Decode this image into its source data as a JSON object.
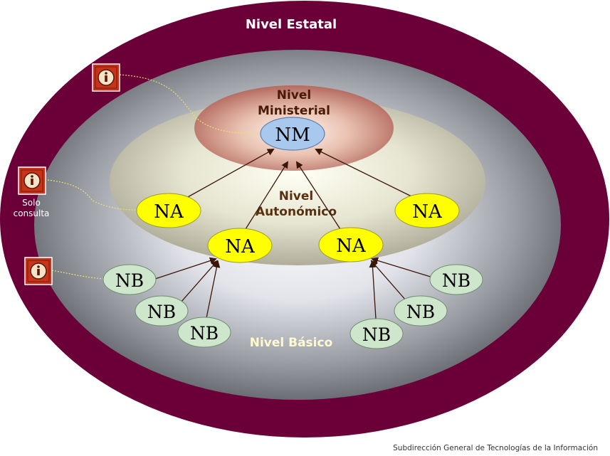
{
  "levels": {
    "estatal": "Nivel Estatal",
    "ministerial_line1": "Nivel",
    "ministerial_line2": "Ministerial",
    "autonomico_line1": "Nivel",
    "autonomico_line2": "Autonómico",
    "basico": "Nivel Básico"
  },
  "nodes": {
    "nm": "NM",
    "na": "NA",
    "nb": "NB"
  },
  "info": {
    "icon": "info-icon",
    "solo_line1": "Solo",
    "solo_line2": "consulta"
  },
  "footer": "Subdirección General de Tecnologías de la Información",
  "colors": {
    "outer_ring": "#6b0039",
    "ministerial": "#c47a6e",
    "nm_node": "#a9c8ee",
    "na_node": "#ffff00",
    "nb_node": "#cde6cc",
    "info_red": "#c8341a",
    "arrow": "#3b1608"
  }
}
